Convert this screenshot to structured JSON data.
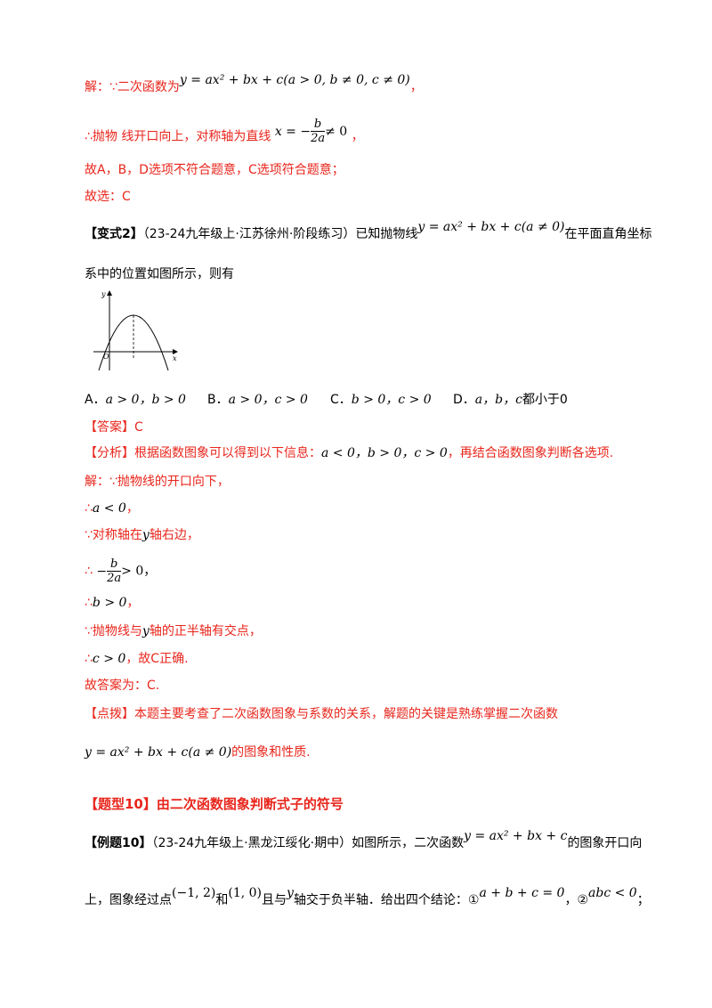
{
  "solution1": {
    "l1_prefix": "解：∵二次函数为",
    "l1_math": "y = ax² + bx + c(a > 0, b ≠ 0, c ≠ 0)",
    "l1_suffix": "，",
    "l2_prefix": "∴抛物 线开口向上，对称轴为直线",
    "l2_lhs": "x = −",
    "l2_num": "b",
    "l2_den": "2a",
    "l2_rhs": "≠ 0",
    "l2_suffix": "，",
    "l3": "故A，B，D选项不符合题意，C选项符合题意；",
    "l4": "故选：C"
  },
  "variant2": {
    "tag": "【变式2】",
    "source": "（23-24九年级上·江苏徐州·阶段练习）已知抛物线",
    "math": "y = ax² + bx + c(a ≠ 0)",
    "suffix": "在平面直角坐标",
    "line2": "系中的位置如图所示，则有",
    "graph": {
      "y_label": "y",
      "x_label": "x",
      "origin_label": "O"
    },
    "options": [
      {
        "letter": "A．",
        "math": "a > 0，b > 0"
      },
      {
        "letter": "B．",
        "math": "a > 0，c > 0"
      },
      {
        "letter": "C．",
        "math": "b > 0，c > 0"
      },
      {
        "letter": "D．",
        "math": "a，b，c",
        "text": "都小于0"
      }
    ]
  },
  "answer": "【答案】C",
  "analysis": {
    "prefix": "【分析】根据函数图象可以得到以下信息：",
    "math": "a < 0，b > 0，c > 0",
    "suffix": "，再结合函数图象判断各选项."
  },
  "steps": [
    {
      "text": "解：∵抛物线的开口向下，",
      "math": ""
    },
    {
      "text": "∴",
      "math": "a < 0",
      "after": "，"
    },
    {
      "text": "∵对称轴在",
      "math": "y",
      "after": "轴右边，"
    },
    {
      "text": "∴",
      "num": "b",
      "den": "2a",
      "after": "> 0，"
    },
    {
      "text": "∴",
      "math": "b > 0",
      "after": "，"
    },
    {
      "text": "∵抛物线与",
      "math": "y",
      "after": "轴的正半轴有交点，"
    },
    {
      "text": "∴",
      "math": "c > 0",
      "after": "，故C正确."
    },
    {
      "text": "故答案为：C.",
      "math": ""
    }
  ],
  "tip": {
    "line1": "【点拨】本题主要考查了二次函数图象与系数的关系，解题的关键是熟练掌握二次函数",
    "math": "y = ax² + bx + c(a ≠ 0)",
    "line2_suffix": "的图象和性质."
  },
  "section_title": "【题型10】由二次函数图象判断式子的符号",
  "example10": {
    "tag": "【例题10】",
    "source": "（23-24九年级上·黑龙江绥化·期中）如图所示，二次函数",
    "math": "y = ax² + bx + c",
    "suffix": "的图象开口向",
    "l2_a": "上，图象经过点",
    "p1": "(−1, 2)",
    "l2_b": "和",
    "p2": "(1, 0)",
    "l2_c": "且与",
    "yvar": "y",
    "l2_d": "轴交于负半轴．给出四个结论：①",
    "c1": "a + b + c = 0",
    "l2_e": "，②",
    "c2": "abc < 0",
    "l2_f": "；"
  }
}
